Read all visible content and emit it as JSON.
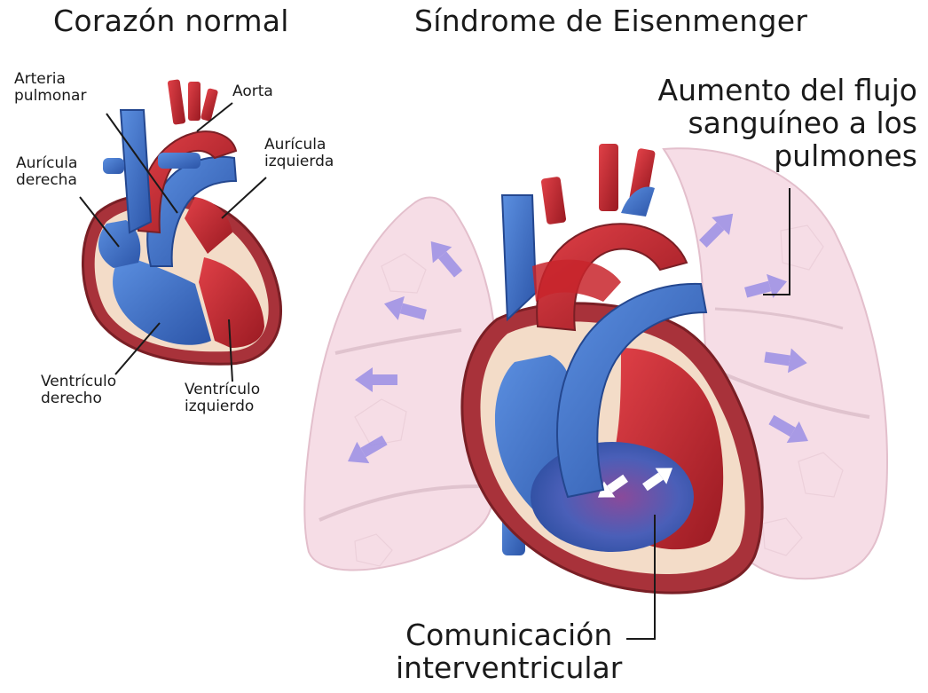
{
  "titles": {
    "normal": "Corazón normal",
    "eisenmenger": "Síndrome de Eisenmenger"
  },
  "labels": {
    "arteria_pulmonar": "Arteria\npulmonar",
    "aorta": "Aorta",
    "auricula_izquierda": "Aurícula\nizquierda",
    "auricula_derecha": "Aurícula\nderecha",
    "ventriculo_derecho": "Ventrículo\nderecho",
    "ventriculo_izquierdo": "Ventrículo\nizquierdo",
    "aumento_flujo": "Aumento del flujo\nsanguíneo a los\npulmones",
    "comunicacion": "Comunicación\ninterventricular"
  },
  "colors": {
    "venous_blue": "#3a6fc4",
    "arterial_red": "#c8242b",
    "lung_pink": "#f6dde6",
    "arrow_purple": "#9a8ee6",
    "heart_wall": "#f3dcc8"
  }
}
